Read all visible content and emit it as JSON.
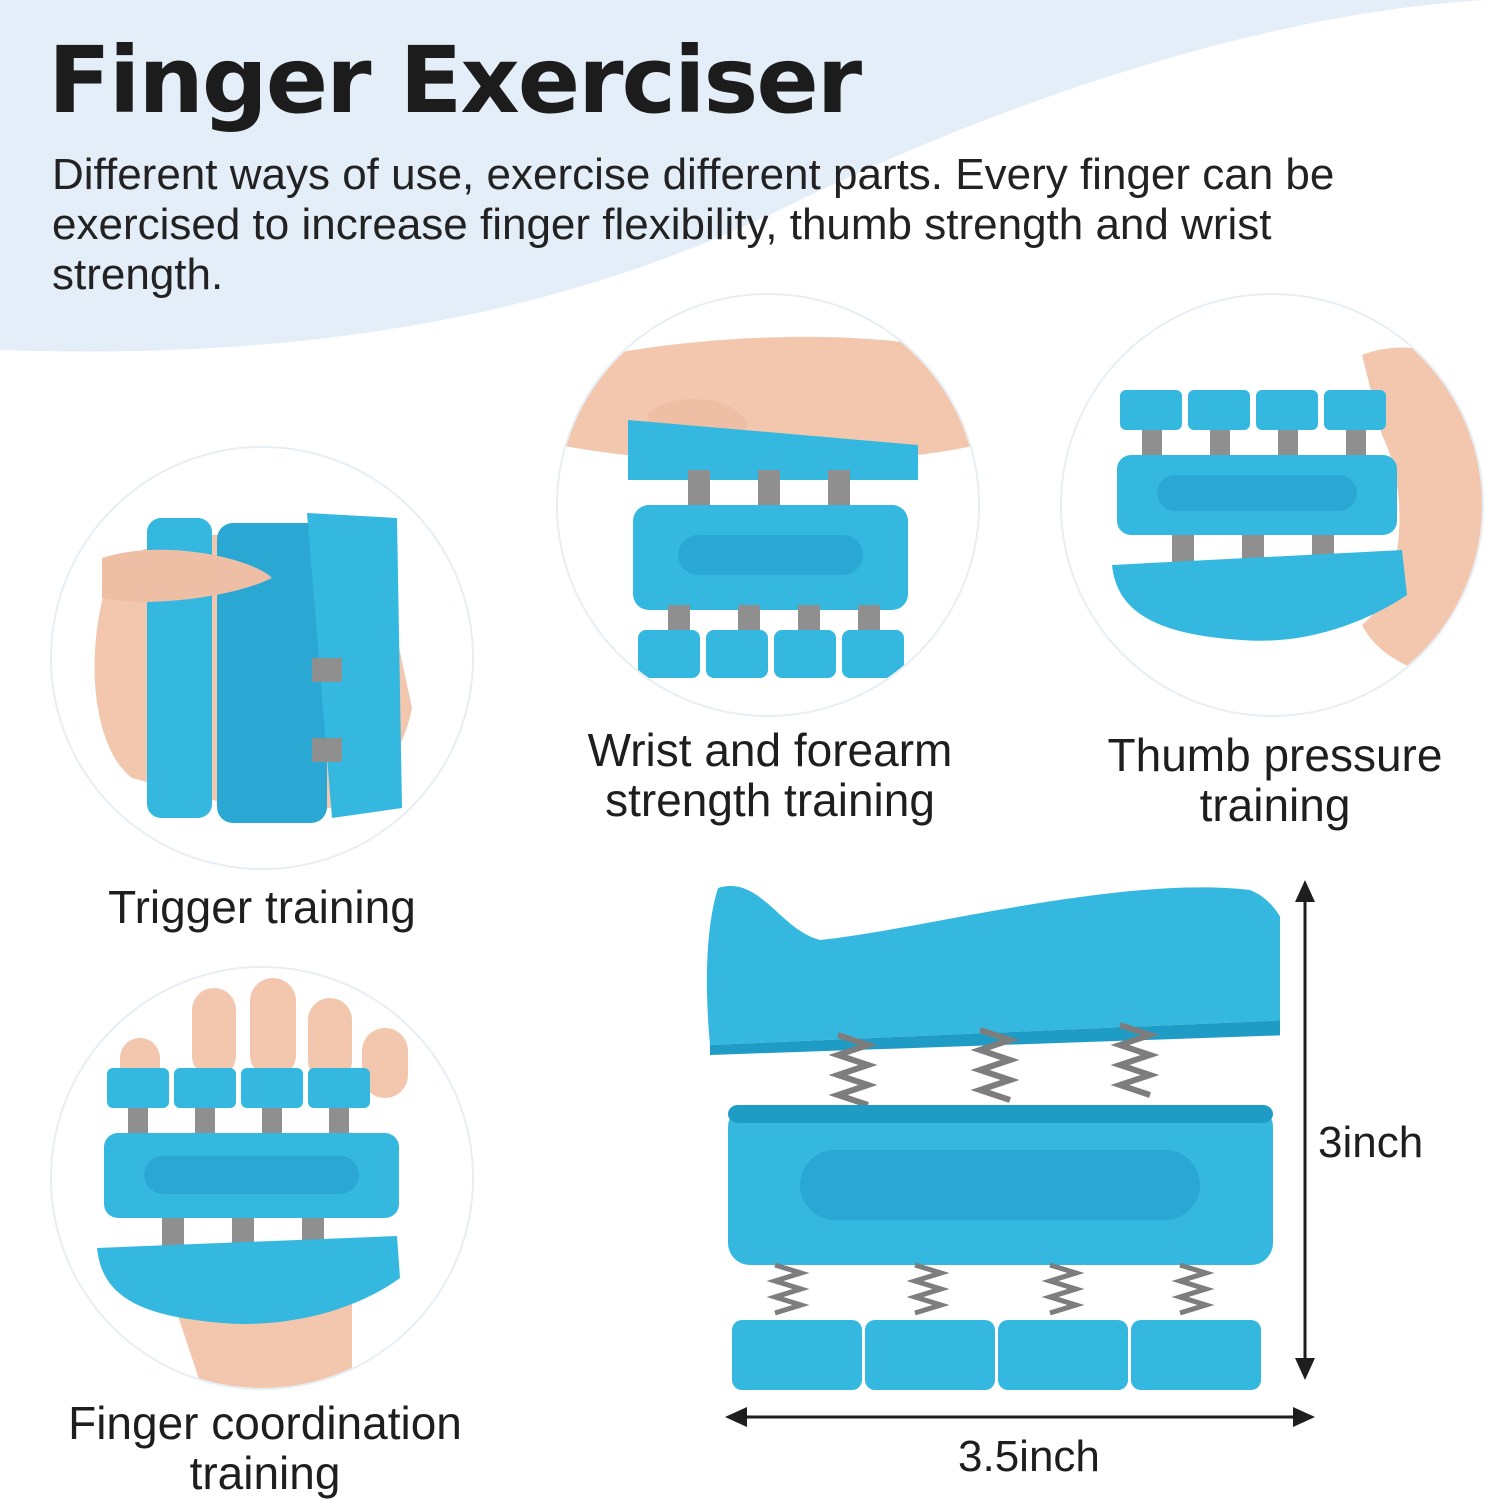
{
  "header": {
    "title": "Finger Exerciser",
    "subtitle": "Different ways of use, exercise different parts. Every finger can be exercised to increase finger flexibility, thumb strength and wrist strength."
  },
  "panels": [
    {
      "label": "Trigger training",
      "icon": "hand-squeezing-trigger"
    },
    {
      "label": "Wrist and forearm strength training",
      "icon": "palm-pressing-exerciser"
    },
    {
      "label": "Thumb pressure training",
      "icon": "thumb-pressing-exerciser"
    },
    {
      "label": "Finger coordination training",
      "icon": "fingers-on-exerciser"
    }
  ],
  "dimensions": {
    "height": "3inch",
    "width": "3.5inch"
  },
  "colors": {
    "product": "#35b8e0",
    "product_shade": "#1f9cc6",
    "wave": "#e4eef8",
    "skin": "#f2c7ae"
  }
}
